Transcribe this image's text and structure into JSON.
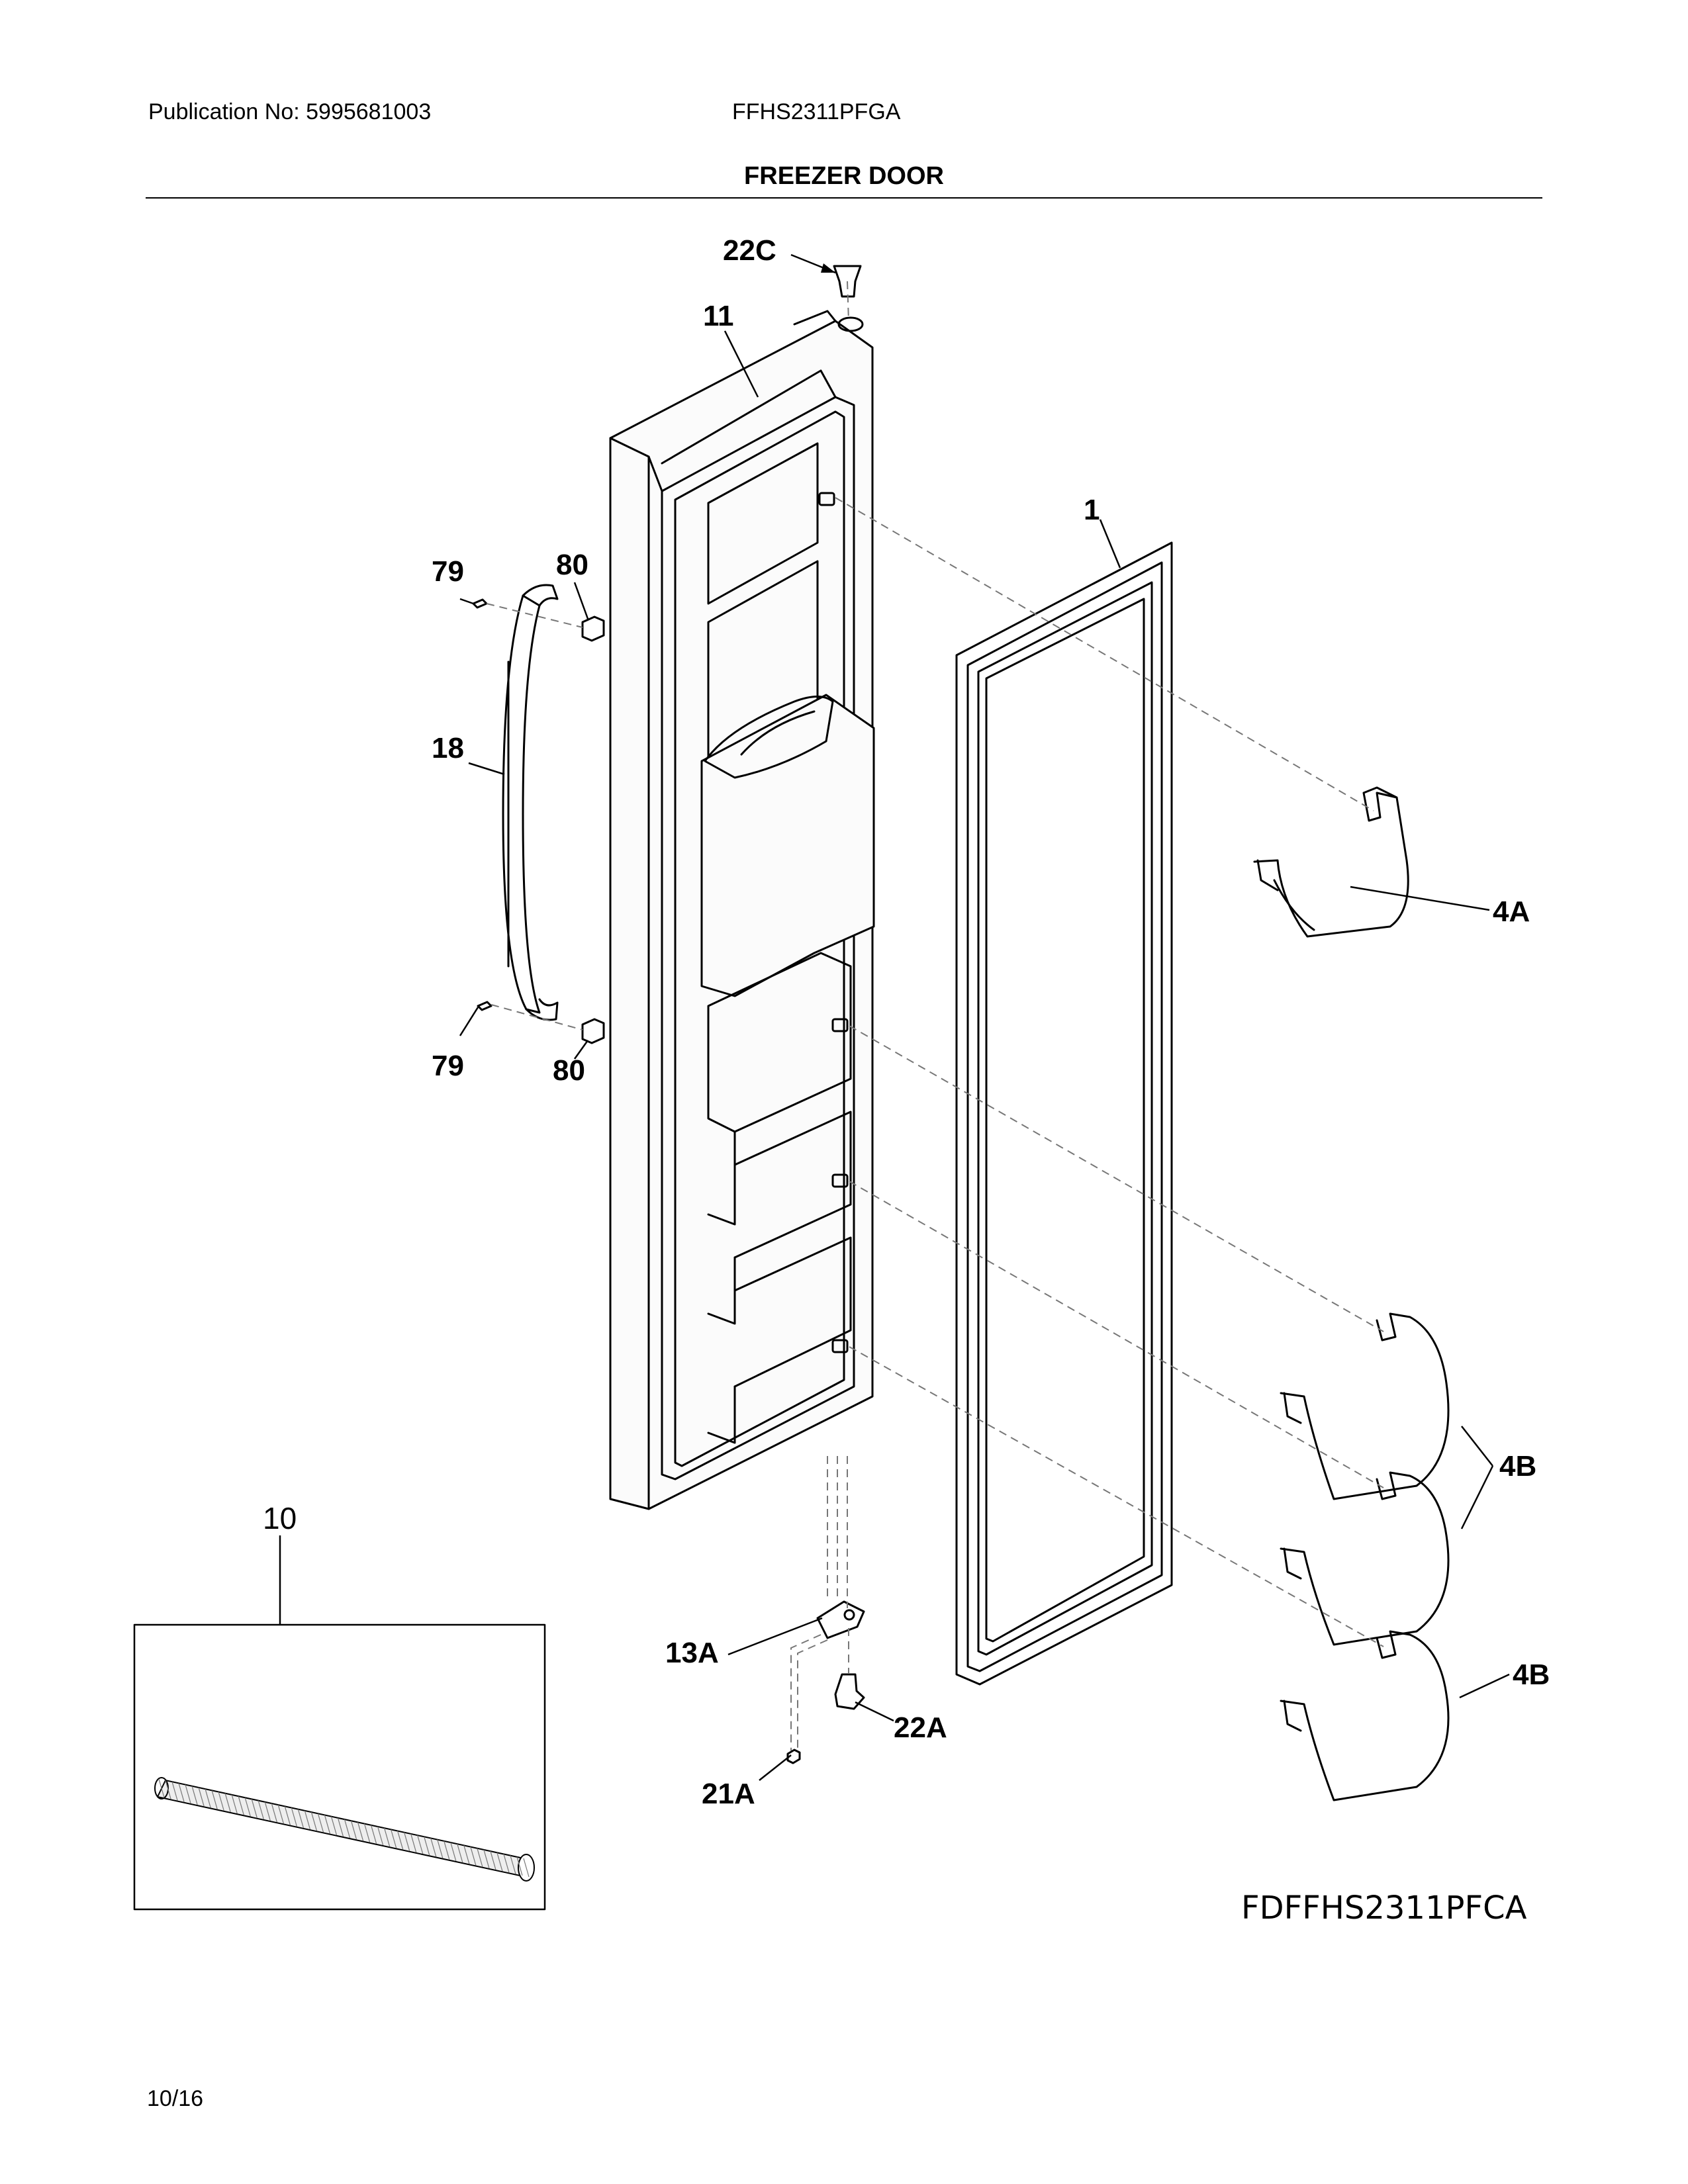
{
  "header": {
    "publication": "Publication No: 5995681003",
    "model": "FFHS2311PFGA"
  },
  "section_title": "FREEZER DOOR",
  "callouts": {
    "c22C": "22C",
    "c11": "11",
    "c1": "1",
    "c79_top": "79",
    "c80_top": "80",
    "c18": "18",
    "c79_bottom": "79",
    "c80_bottom": "80",
    "c4A": "4A",
    "c4B_pair": "4B",
    "c4B_single": "4B",
    "c10": "10",
    "c13A": "13A",
    "c22A": "22A",
    "c21A": "21A"
  },
  "drawing_code": "FDFFHS2311PFCA",
  "page_number": "10/16"
}
